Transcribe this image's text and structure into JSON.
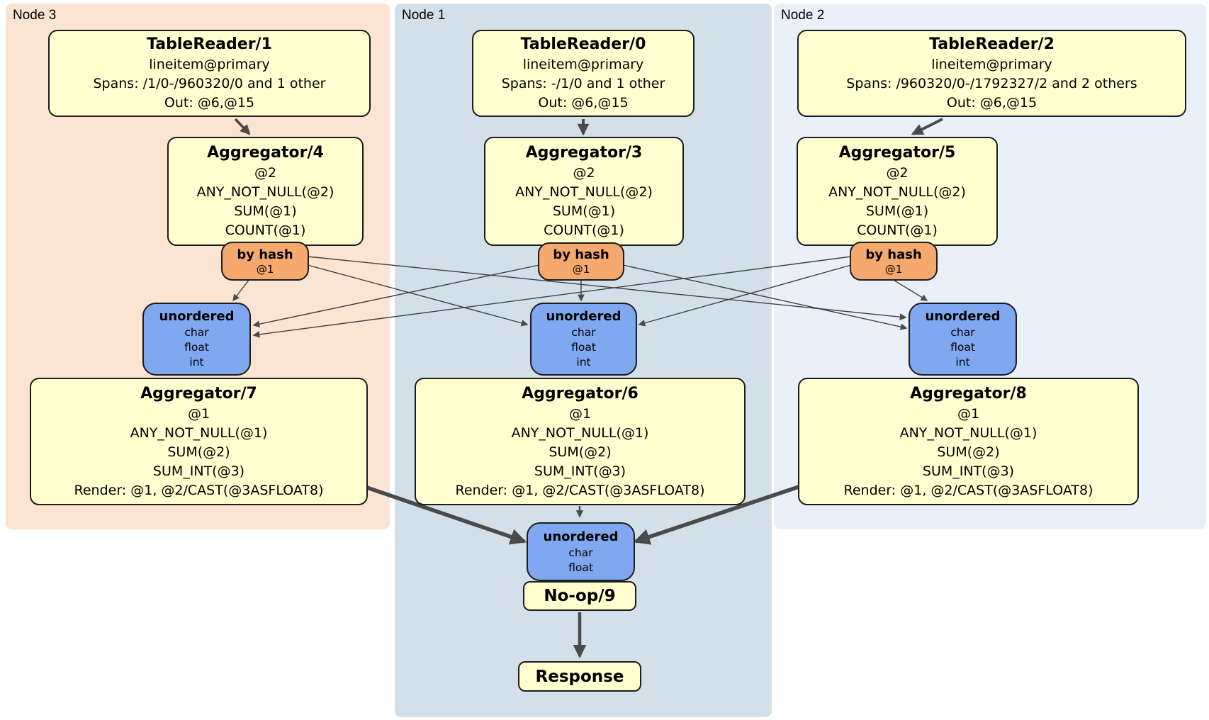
{
  "regions": [
    {
      "label": "Node 3"
    },
    {
      "label": "Node 1"
    },
    {
      "label": "Node 2"
    }
  ],
  "processors": {
    "tr1": {
      "title": "TableReader/1",
      "lines": [
        "lineitem@primary",
        "Spans: /1/0-/960320/0 and 1 other",
        "Out: @6,@15"
      ]
    },
    "tr0": {
      "title": "TableReader/0",
      "lines": [
        "lineitem@primary",
        "Spans: -/1/0 and 1 other",
        "Out: @6,@15"
      ]
    },
    "tr2": {
      "title": "TableReader/2",
      "lines": [
        "lineitem@primary",
        "Spans: /960320/0-/1792327/2 and 2 others",
        "Out: @6,@15"
      ]
    },
    "agg4": {
      "title": "Aggregator/4",
      "lines": [
        "@2",
        "ANY_NOT_NULL(@2)",
        "SUM(@1)",
        "COUNT(@1)"
      ]
    },
    "agg3": {
      "title": "Aggregator/3",
      "lines": [
        "@2",
        "ANY_NOT_NULL(@2)",
        "SUM(@1)",
        "COUNT(@1)"
      ]
    },
    "agg5": {
      "title": "Aggregator/5",
      "lines": [
        "@2",
        "ANY_NOT_NULL(@2)",
        "SUM(@1)",
        "COUNT(@1)"
      ]
    },
    "agg7": {
      "title": "Aggregator/7",
      "lines": [
        "@1",
        "ANY_NOT_NULL(@1)",
        "SUM(@2)",
        "SUM_INT(@3)",
        "Render: @1, @2/CAST(@3ASFLOAT8)"
      ]
    },
    "agg6": {
      "title": "Aggregator/6",
      "lines": [
        "@1",
        "ANY_NOT_NULL(@1)",
        "SUM(@2)",
        "SUM_INT(@3)",
        "Render: @1, @2/CAST(@3ASFLOAT8)"
      ]
    },
    "agg8": {
      "title": "Aggregator/8",
      "lines": [
        "@1",
        "ANY_NOT_NULL(@1)",
        "SUM(@2)",
        "SUM_INT(@3)",
        "Render: @1, @2/CAST(@3ASFLOAT8)"
      ]
    },
    "noop": {
      "title": "No-op/9"
    },
    "response": {
      "title": "Response"
    }
  },
  "routers": {
    "hash4": {
      "title": "by hash",
      "key": "@1"
    },
    "hash3": {
      "title": "by hash",
      "key": "@1"
    },
    "hash5": {
      "title": "by hash",
      "key": "@1"
    }
  },
  "synchronizers": {
    "sync7": {
      "title": "unordered",
      "columns": [
        "char",
        "float",
        "int"
      ]
    },
    "sync6": {
      "title": "unordered",
      "columns": [
        "char",
        "float",
        "int"
      ]
    },
    "sync8": {
      "title": "unordered",
      "columns": [
        "char",
        "float",
        "int"
      ]
    },
    "syncFinal": {
      "title": "unordered",
      "columns": [
        "char",
        "float"
      ]
    }
  },
  "colors": {
    "node3_bg": "#fce4d3",
    "node1_bg": "#d3e0e9",
    "node2_bg": "#eaf0fa",
    "processor_fill": "#ffffcf",
    "router_fill": "#f6a96f",
    "sync_fill": "#7fa8f0",
    "box_border": "#1c1c1c",
    "edge": "#4a4a4a"
  }
}
